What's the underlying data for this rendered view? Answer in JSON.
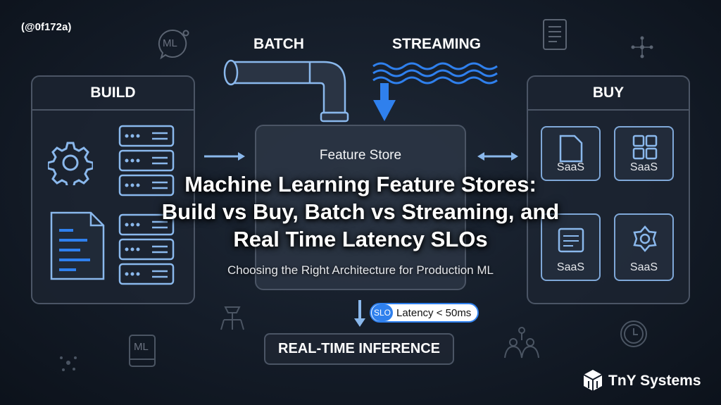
{
  "tag": "(@0f172a)",
  "labels": {
    "batch": "BATCH",
    "streaming": "STREAMING"
  },
  "build": {
    "title": "BUILD"
  },
  "buy": {
    "title": "BUY",
    "cards": [
      "SaaS",
      "SaaS",
      "SaaS",
      "SaaS"
    ]
  },
  "feature_store": {
    "title": "Feature Store"
  },
  "headline": {
    "line1": "Machine Learning Feature Stores:",
    "line2": "Build vs Buy, Batch vs Streaming, and",
    "line3": "Real Time Latency SLOs",
    "subtitle": "Choosing the Right Architecture for Production ML"
  },
  "slo": {
    "badge": "SLO",
    "text": "Latency < 50ms"
  },
  "inference": {
    "label": "REAL-TIME INFERENCE"
  },
  "decor": {
    "ml_bubble": "ML",
    "ml_box": "ML"
  },
  "brand": {
    "name": "TnY Systems"
  },
  "colors": {
    "bg": "#0f172a",
    "accent": "#2f80ed",
    "icon": "#7fb0e8"
  }
}
